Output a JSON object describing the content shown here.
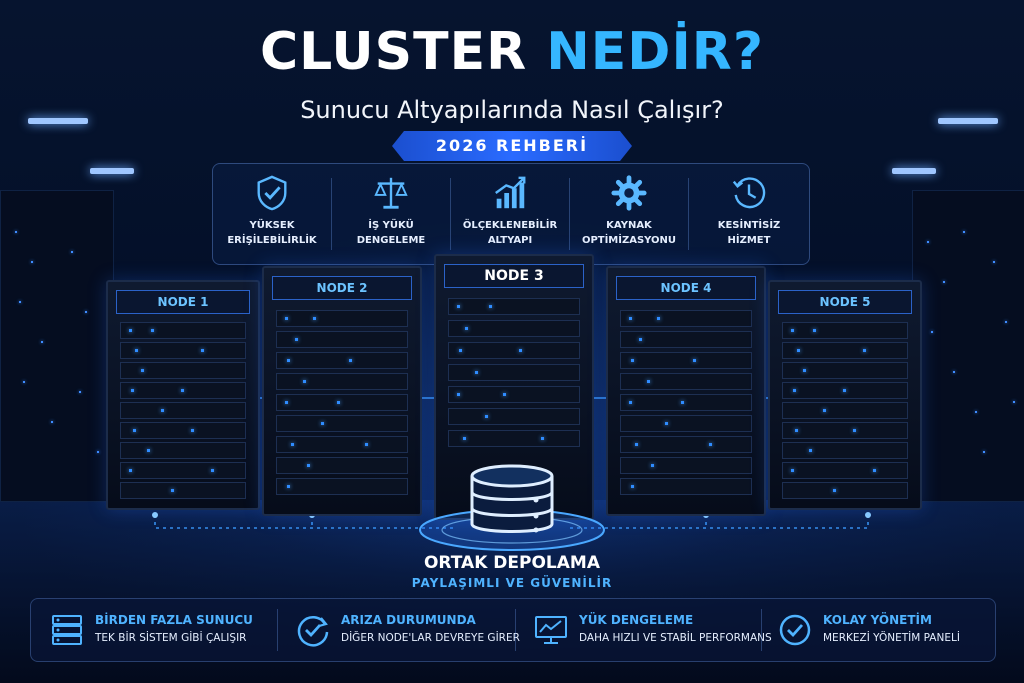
{
  "header": {
    "title_part1": "CLUSTER",
    "title_part2": "NEDİR?",
    "subtitle": "Sunucu Altyapılarında Nasıl Çalışır?",
    "badge": "2026 REHBERİ"
  },
  "features": [
    {
      "icon": "shield-check-icon",
      "line1": "YÜKSEK",
      "line2": "ERİŞİLEBİLİRLİK"
    },
    {
      "icon": "balance-scale-icon",
      "line1": "İŞ YÜKÜ",
      "line2": "DENGELEME"
    },
    {
      "icon": "growth-chart-icon",
      "line1": "ÖLÇEKLENEBİLİR",
      "line2": "ALTYAPI"
    },
    {
      "icon": "gear-icon",
      "line1": "KAYNAK",
      "line2": "OPTİMİZASYONU"
    },
    {
      "icon": "clock-icon",
      "line1": "KESİNTİSİZ",
      "line2": "HİZMET"
    }
  ],
  "nodes": [
    "NODE 1",
    "NODE 2",
    "NODE 3",
    "NODE 4",
    "NODE 5"
  ],
  "storage": {
    "icon": "database-icon",
    "title": "ORTAK DEPOLAMA",
    "subtitle": "PAYLAŞIMLI VE GÜVENİLİR"
  },
  "benefits": [
    {
      "icon": "server-stack-icon",
      "title": "BİRDEN FAZLA SUNUCU",
      "text": "TEK BİR SİSTEM GİBİ ÇALIŞIR"
    },
    {
      "icon": "failover-check-icon",
      "title": "ARIZA DURUMUNDA",
      "text": "DİĞER NODE'LAR DEVREYE GİRER"
    },
    {
      "icon": "monitor-chart-icon",
      "title": "YÜK DENGELEME",
      "text": "DAHA HIZLI VE STABİL PERFORMANS"
    },
    {
      "icon": "check-circle-icon",
      "title": "KOLAY YÖNETİM",
      "text": "MERKEZİ YÖNETİM PANELİ"
    }
  ],
  "colors": {
    "accent": "#35b6ff",
    "badge": "#2a6bff",
    "background": "#030b1e"
  }
}
